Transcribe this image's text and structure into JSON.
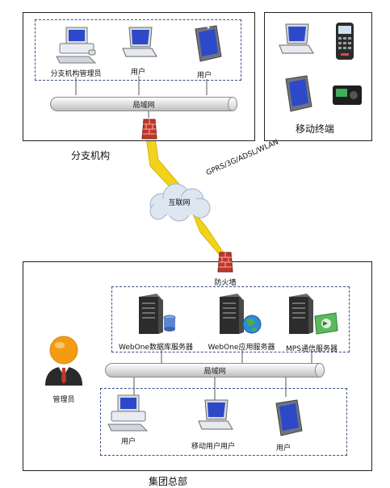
{
  "branch": {
    "title": "分支机构",
    "admin_label": "分支机构管理员",
    "user1_label": "用户",
    "user2_label": "用户",
    "lan_label": "局域网"
  },
  "mobile": {
    "title": "移动终端"
  },
  "internet": {
    "cloud_label": "互联网",
    "link_label": "GPRS/3G/ADSL/WLAN"
  },
  "hq": {
    "title": "集团总部",
    "firewall_label": "防火墙",
    "db_server_label": "WebOne数据库服务器",
    "app_server_label": "WebOne应用服务器",
    "mps_server_label": "MPS通信服务器",
    "admin_label": "管理员",
    "lan_label": "局域网",
    "user1_label": "用户",
    "mobile_user_label": "移动用户用户",
    "user2_label": "用户"
  },
  "colors": {
    "dash_border": "#3b4f86",
    "firewall": "#c0392b",
    "lightning": "#f2d31b",
    "screen": "#2d49c9"
  }
}
